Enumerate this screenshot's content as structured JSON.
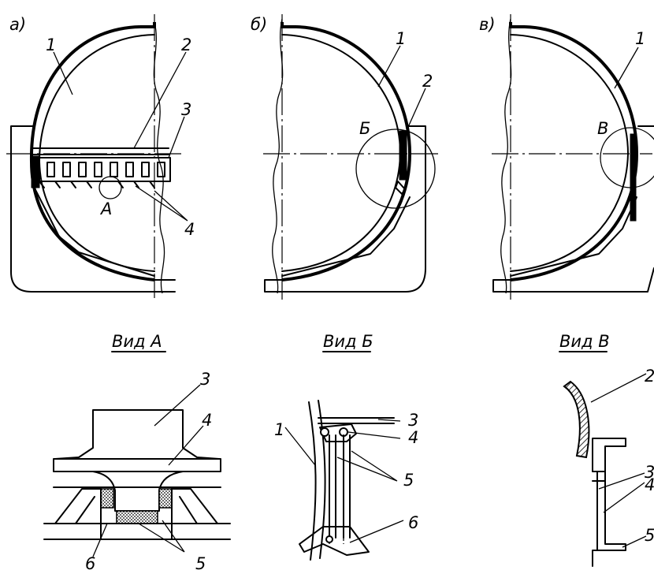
{
  "figures": {
    "a": {
      "tag": "а)",
      "labels": [
        "1",
        "2",
        "3",
        "4"
      ],
      "detail_mark": "А"
    },
    "b": {
      "tag": "б)",
      "labels": [
        "1",
        "2"
      ],
      "detail_mark": "Б"
    },
    "v": {
      "tag": "в)",
      "labels": [
        "1"
      ],
      "detail_mark": "В"
    }
  },
  "views": {
    "a": {
      "caption": "Вид А",
      "labels": [
        "3",
        "4",
        "6",
        "5"
      ]
    },
    "b": {
      "caption": "Вид Б",
      "labels": [
        "1",
        "3",
        "4",
        "5",
        "6"
      ]
    },
    "v": {
      "caption": "Вид В",
      "labels": [
        "2",
        "3",
        "4",
        "5"
      ]
    }
  }
}
